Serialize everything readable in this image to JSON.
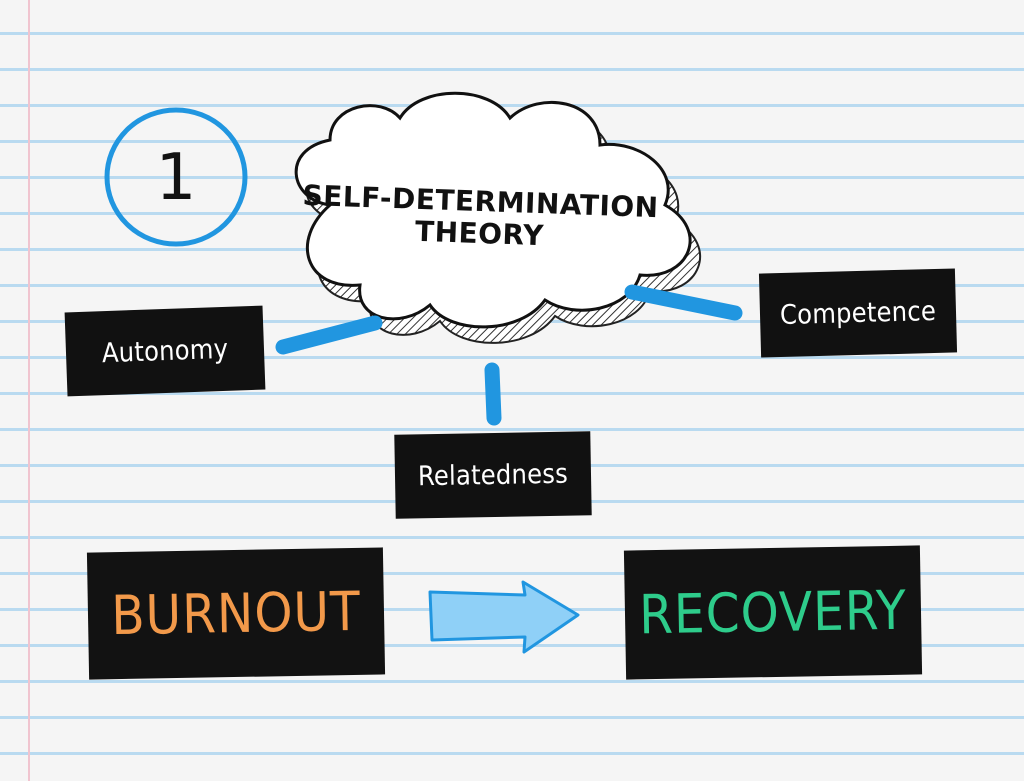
{
  "diagram": {
    "number": "1",
    "central_concept": {
      "line1": "SELF-DETERMINATION",
      "line2": "THEORY"
    },
    "components": {
      "autonomy": "Autonomy",
      "competence": "Competence",
      "relatedness": "Relatedness"
    },
    "flow": {
      "from": "BURNOUT",
      "to": "RECOVERY"
    }
  },
  "colors": {
    "paper": "#f5f5f5",
    "ruled_line": "#b9daf0",
    "margin_line": "#f0c4cf",
    "accent_blue": "#2196e0",
    "arrow_fill": "#8fd0f7",
    "label_bg": "#111111",
    "burnout_text": "#f2994a",
    "recovery_text": "#2ecc8b"
  },
  "icons": {
    "arrow": "right-arrow-icon",
    "cloud": "cloud-shape",
    "circle": "circle-outline"
  }
}
